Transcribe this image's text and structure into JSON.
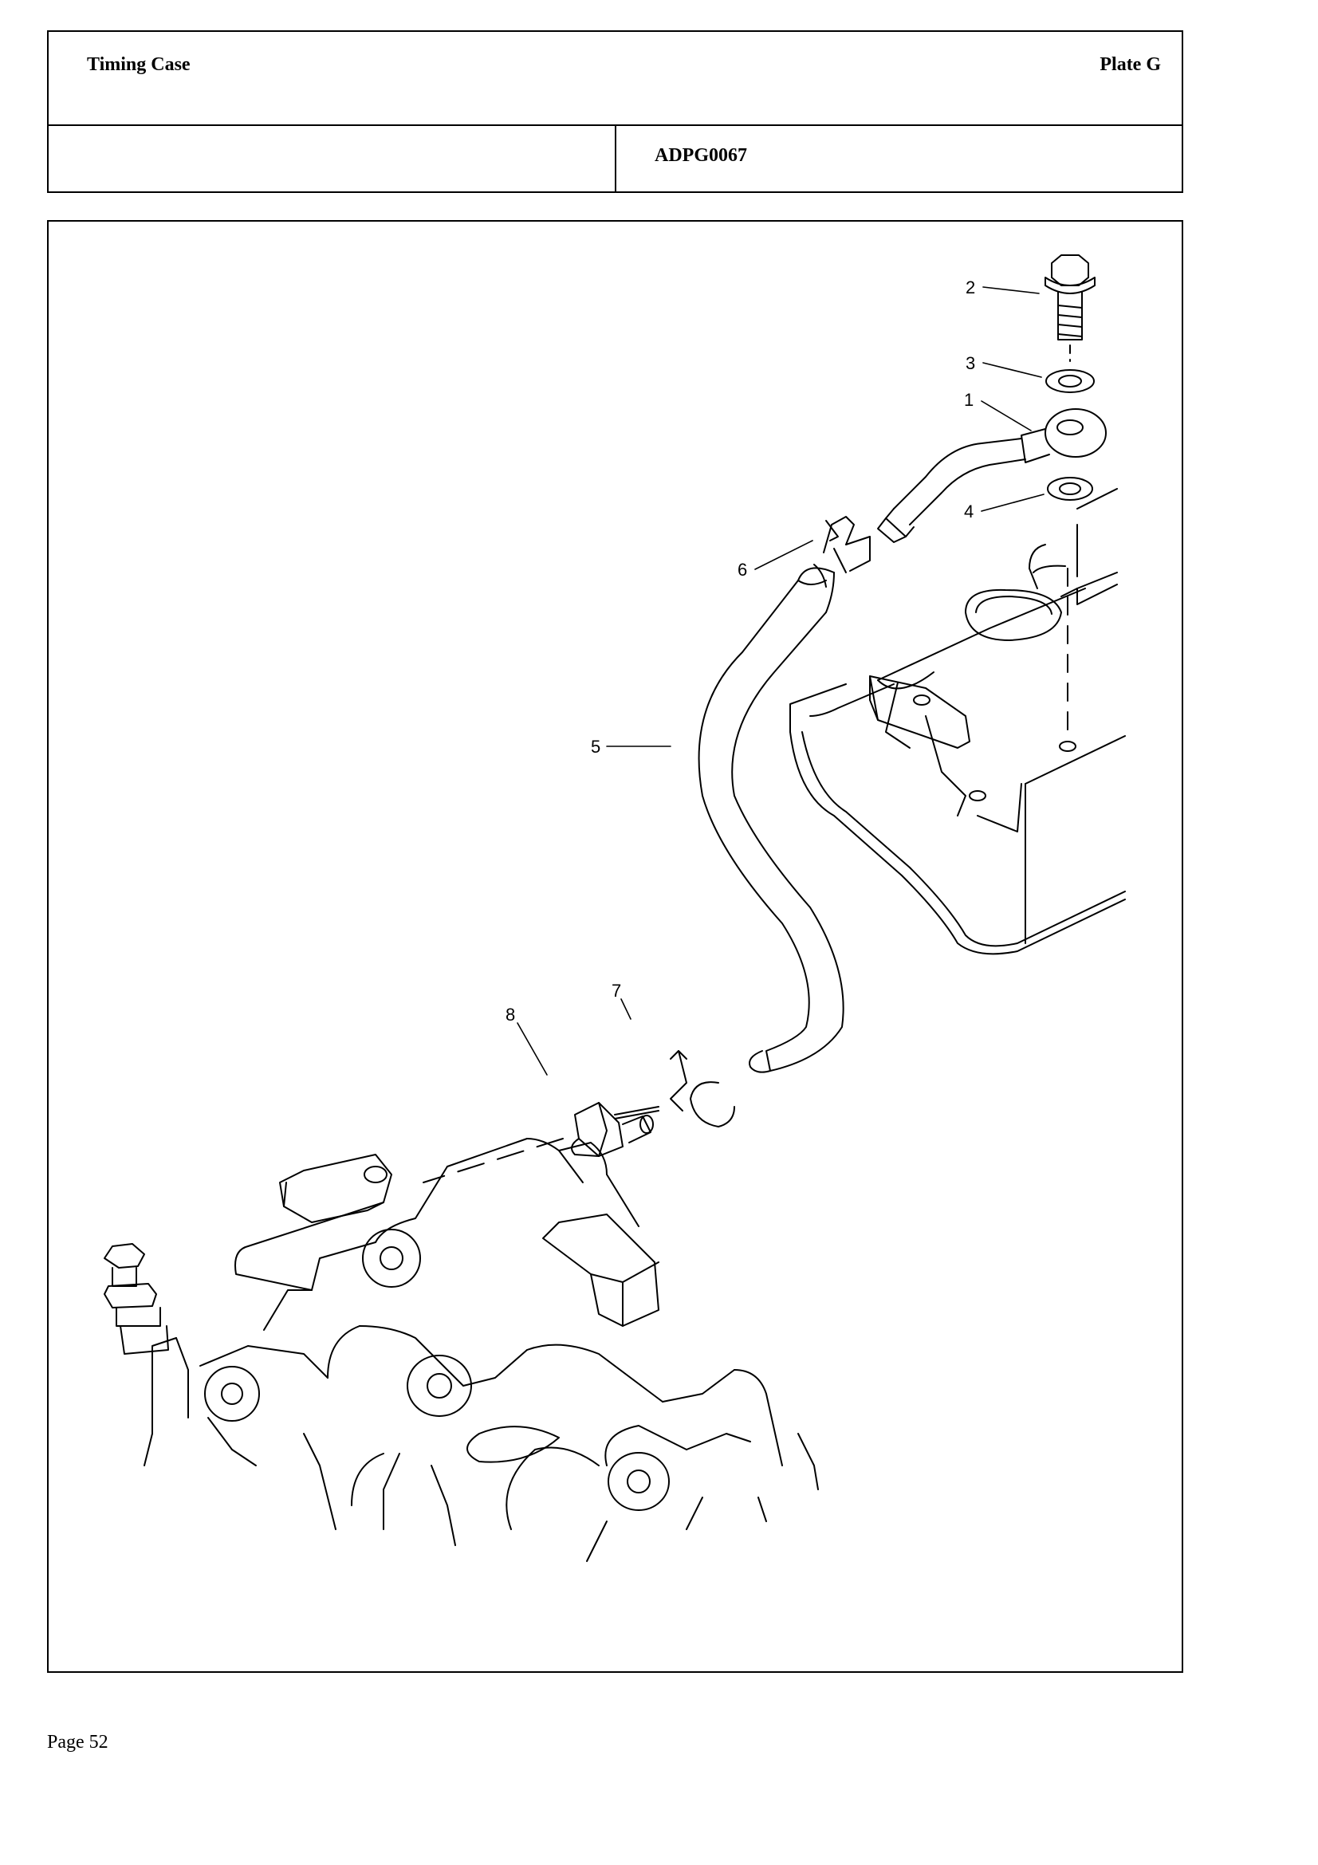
{
  "header": {
    "title": "Timing Case",
    "plate": "Plate G",
    "ref_left": "",
    "ref_code": "ADPG0067"
  },
  "figure": {
    "callouts": {
      "c1": "1",
      "c2": "2",
      "c3": "3",
      "c4": "4",
      "c5": "5",
      "c6": "6",
      "c7": "7",
      "c8": "8"
    }
  },
  "footer": {
    "page": "Page 52"
  }
}
